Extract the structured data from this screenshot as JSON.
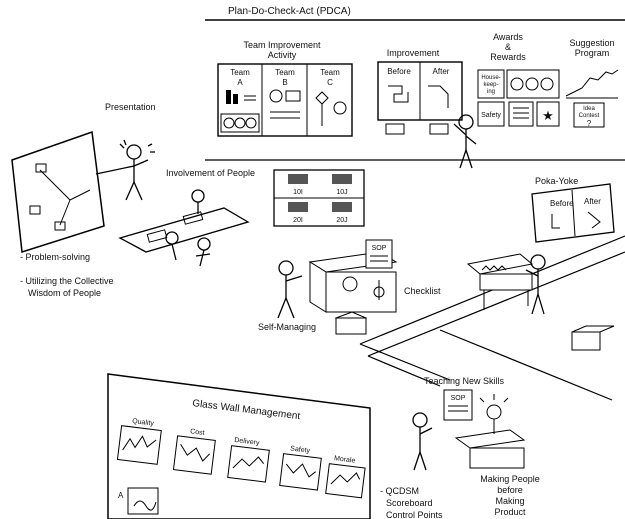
{
  "pdca": "Plan-Do-Check-Act (PDCA)",
  "team_activity": {
    "title_1": "Team Improvement",
    "title_2": "Activity",
    "team_label": "Team",
    "teams": [
      "A",
      "B",
      "C"
    ]
  },
  "improvement": {
    "title": "Improvement",
    "before": "Before",
    "after": "After"
  },
  "awards": {
    "line1": "Awards",
    "line2": "&",
    "line3": "Rewards",
    "housekeeping_1": "House-",
    "housekeeping_2": "keep-",
    "housekeeping_3": "ing",
    "safety": "Safety"
  },
  "suggestion": {
    "line1": "Suggestion",
    "line2": "Program",
    "idea_1": "Idea",
    "idea_2": "Contest",
    "mark": "?"
  },
  "presentation": "Presentation",
  "involvement": "Involvement of People",
  "shelf_labels": [
    "10I",
    "10J",
    "20I",
    "20J"
  ],
  "problem_solving": "- Problem-solving",
  "collective_1": "- Utilizing the Collective",
  "collective_2": "Wisdom of People",
  "sop": "SOP",
  "checklist": "Checklist",
  "self_managing": "Self-Managing",
  "pokayoke": {
    "title": "Poka-Yoke",
    "before": "Before",
    "after": "After"
  },
  "teaching": "Teaching New Skills",
  "glass_wall": "Glass Wall Management",
  "charts": [
    "Quality",
    "Cost",
    "Delivery",
    "Safety",
    "Morale"
  ],
  "row_letter": "A",
  "qcdsm": {
    "line1": "- QCDSM",
    "line2": "Scoreboard",
    "line3": "Control Points"
  },
  "making": {
    "line1": "Making People",
    "line2": "before",
    "line3": "Making",
    "line4": "Product"
  }
}
